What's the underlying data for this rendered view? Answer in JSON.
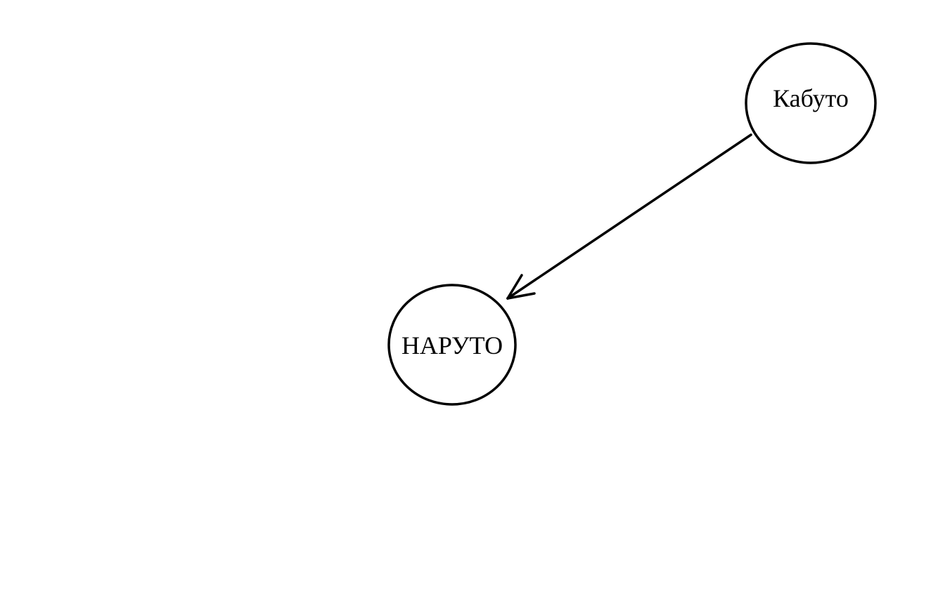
{
  "diagram": {
    "nodes": [
      {
        "id": "kabuto",
        "label": "Кабуто"
      },
      {
        "id": "naruto",
        "label": "НАРУТО"
      }
    ],
    "edges": [
      {
        "from": "kabuto",
        "to": "naruto"
      }
    ],
    "colors": {
      "stroke": "#000000",
      "background": "#ffffff"
    }
  }
}
